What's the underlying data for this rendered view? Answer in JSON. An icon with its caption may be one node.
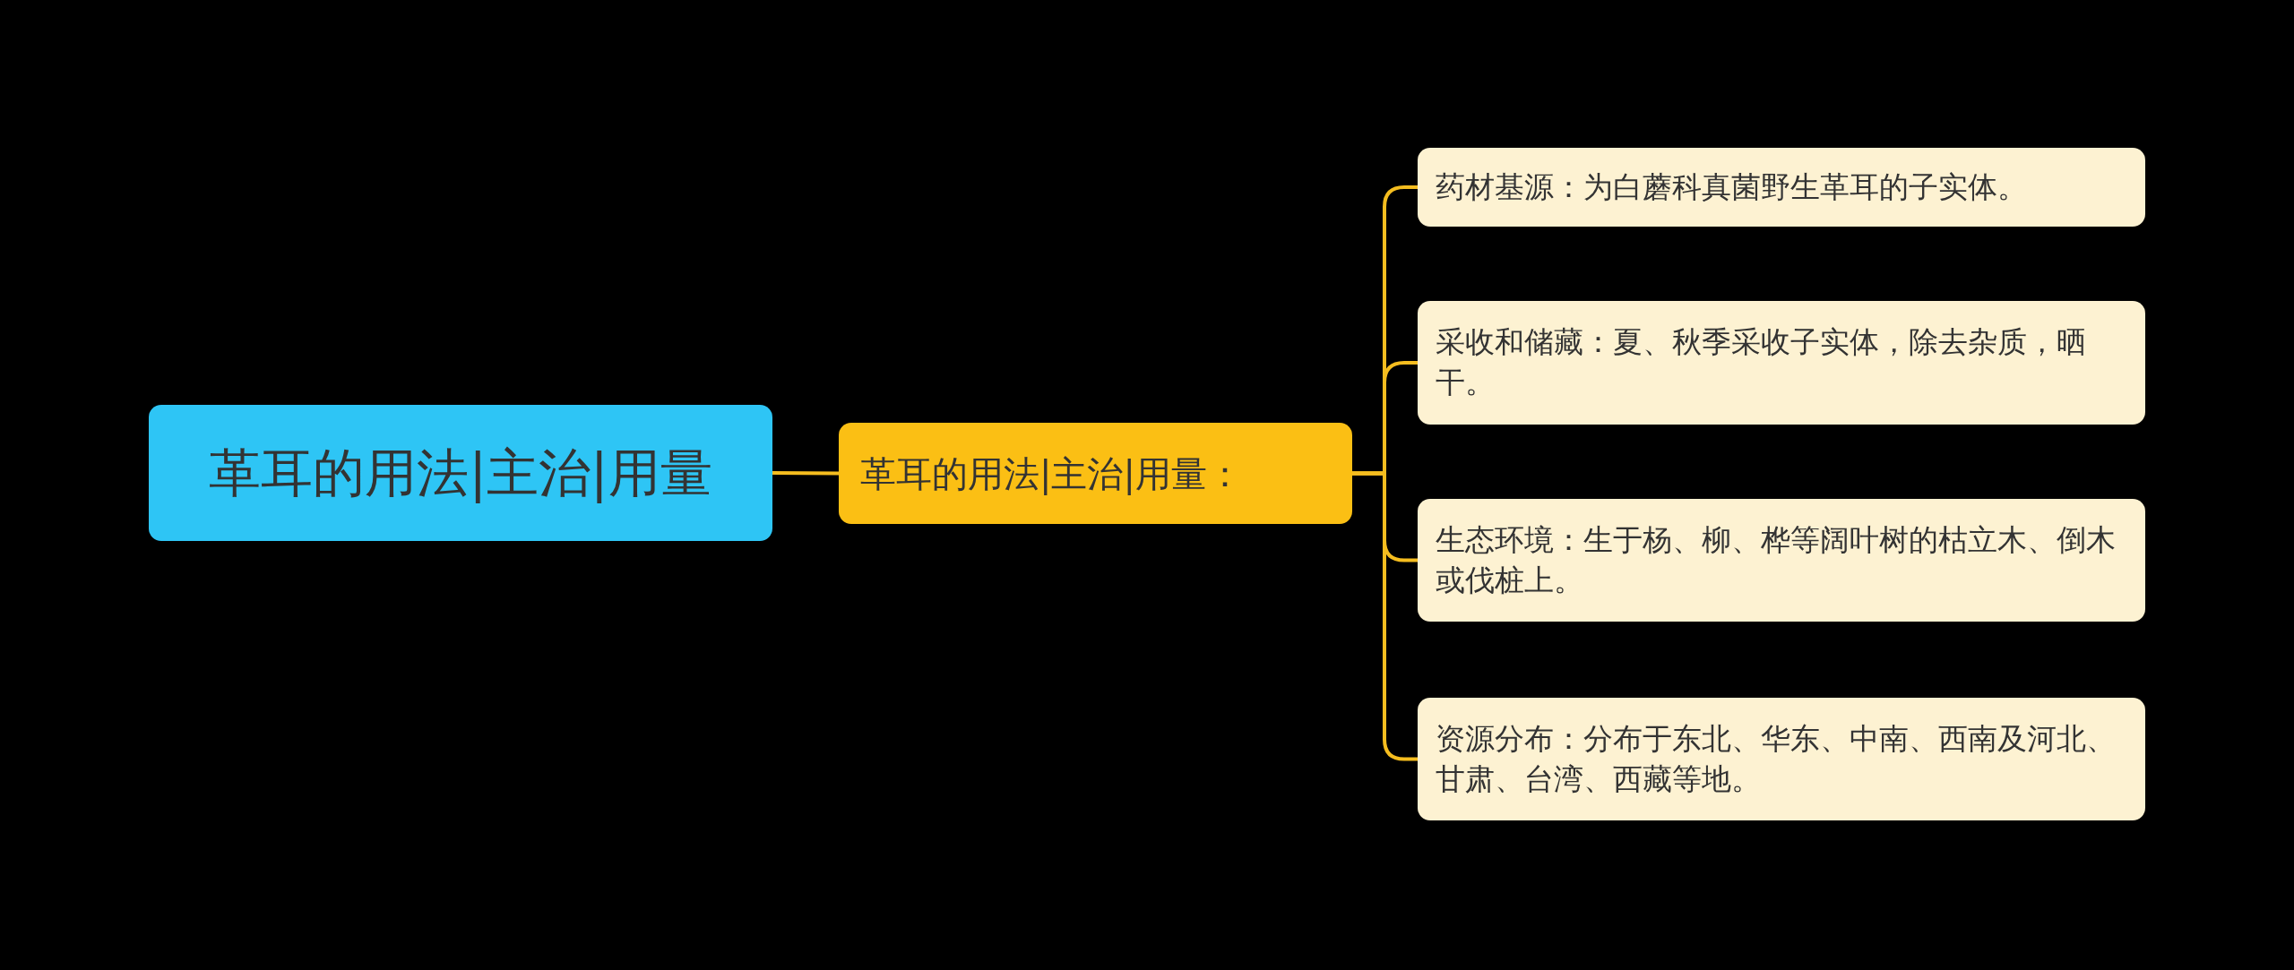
{
  "diagram": {
    "nodes": [
      {
        "text": [
          "革耳的用法|主治|用量"
        ]
      },
      {
        "text": [
          "革耳的用法|主治|用量："
        ]
      },
      {
        "text": [
          "药材基源：为白蘑科真菌野生革耳的子实体。"
        ]
      },
      {
        "text": [
          "采收和储藏：夏、秋季采收子实体，除去杂质，晒干。"
        ]
      },
      {
        "text": [
          "生态环境：生于杨、柳、桦等阔叶树的枯立木、倒木或伐桩上。"
        ]
      },
      {
        "text": [
          "资源分布：分布于东北、华东、中南、西南及河北、甘肃、台湾、西藏等地。"
        ]
      }
    ],
    "edges": [
      {
        "from": 0,
        "to": 1,
        "arrow": "none"
      },
      {
        "from": 1,
        "to": 2,
        "arrow": "none"
      },
      {
        "from": 1,
        "to": 3,
        "arrow": "none"
      },
      {
        "from": 1,
        "to": 4,
        "arrow": "none"
      },
      {
        "from": 1,
        "to": 5,
        "arrow": "none"
      }
    ]
  }
}
